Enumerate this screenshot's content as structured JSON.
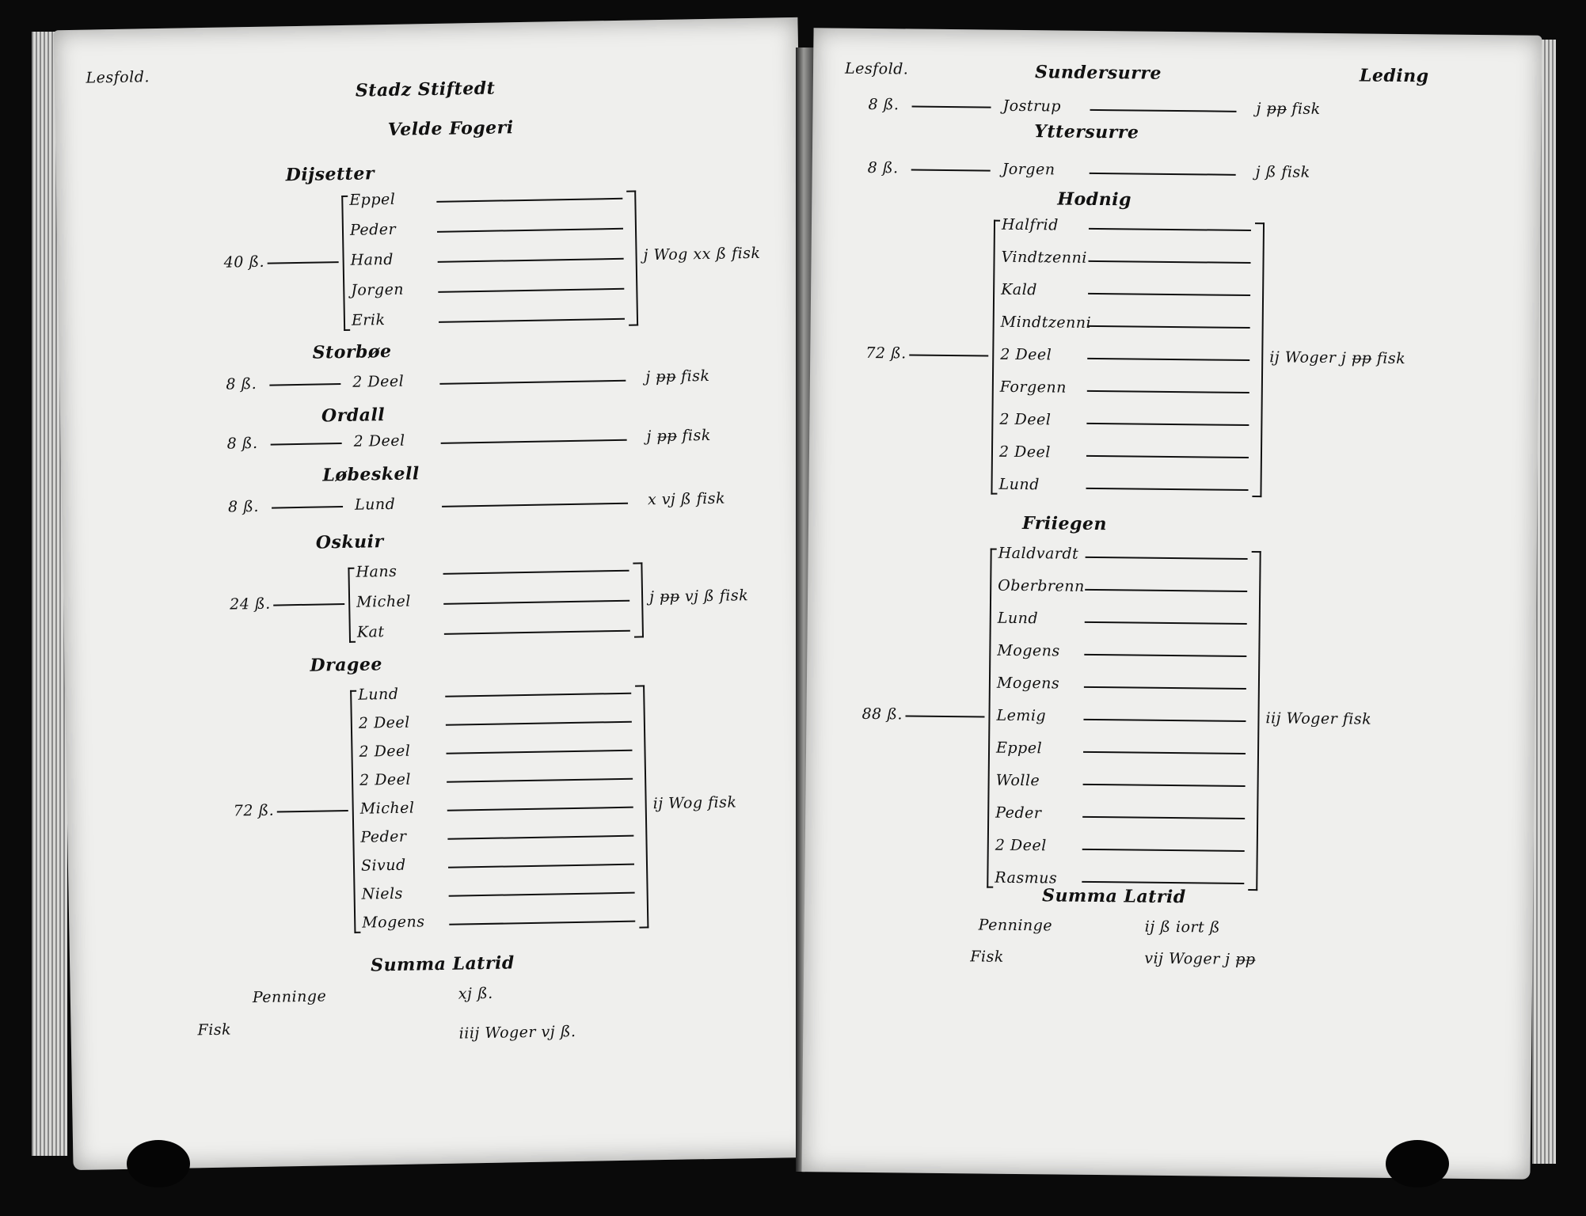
{
  "left": {
    "margin_note": "Lesfold.",
    "heading1": "Stadz Stiftedt",
    "heading2": "Velde Fogeri",
    "groups": [
      {
        "name": "Dijsetter",
        "amount": "40 ß.",
        "items": [
          "Eppel",
          "Peder",
          "Hand",
          "Jorgen",
          "Erik"
        ],
        "result": "j Wog xx ß fisk"
      },
      {
        "name": "Storbøe",
        "amount": "8 ß.",
        "items": [
          "2 Deel"
        ],
        "result": "j ᵽᵽ fisk"
      },
      {
        "name": "Ordall",
        "amount": "8 ß.",
        "items": [
          "2 Deel"
        ],
        "result": "j ᵽᵽ fisk"
      },
      {
        "name": "Løbeskell",
        "amount": "8 ß.",
        "items": [
          "Lund"
        ],
        "result": "x vj ß fisk"
      },
      {
        "name": "Oskuir",
        "amount": "24 ß.",
        "items": [
          "Hans",
          "Michel",
          "Kat"
        ],
        "result": "j ᵽᵽ vj ß fisk"
      },
      {
        "name": "Dragee",
        "amount": "72 ß.",
        "items": [
          "Lund",
          "2 Deel",
          "2 Deel",
          "2 Deel",
          "Michel",
          "Peder",
          "Sivud",
          "Niels",
          "Mogens"
        ],
        "result": "ij Wog fisk"
      }
    ],
    "summa": "Summa Latrid",
    "summa_lines": [
      "Penninge",
      "Fisk"
    ],
    "summa_values": [
      "xj ß.",
      "iiij Woger vj ß."
    ]
  },
  "right": {
    "margin_note": "Lesfold.",
    "heading": "Sundersurre",
    "heading_right": "Leding",
    "groups": [
      {
        "name": "",
        "amount": "8 ß.",
        "items": [
          "Jostrup"
        ],
        "result": "j ᵽᵽ fisk"
      },
      {
        "name": "Yttersurre",
        "amount": "8 ß.",
        "items": [
          "Jorgen"
        ],
        "result": "j ß fisk"
      },
      {
        "name": "Hodnig",
        "amount": "72 ß.",
        "items": [
          "Halfrid",
          "Vindtzenni",
          "Kald",
          "Mindtzenni",
          "2 Deel",
          "Forgenn",
          "2 Deel",
          "2 Deel",
          "Lund"
        ],
        "result": "ij Woger j ᵽᵽ fisk"
      },
      {
        "name": "Friiegen",
        "amount": "88 ß.",
        "items": [
          "Haldvardt",
          "Oberbrenn",
          "Lund",
          "Mogens",
          "Mogens",
          "Lemig",
          "Eppel",
          "Wolle",
          "Peder",
          "2 Deel",
          "Rasmus"
        ],
        "result": "iij Woger fisk"
      }
    ],
    "summa": "Summa Latrid",
    "summa_lines": [
      "Penninge",
      "Fisk"
    ],
    "summa_values": [
      "ij ß iort ß",
      "vij Woger j ᵽᵽ"
    ]
  }
}
